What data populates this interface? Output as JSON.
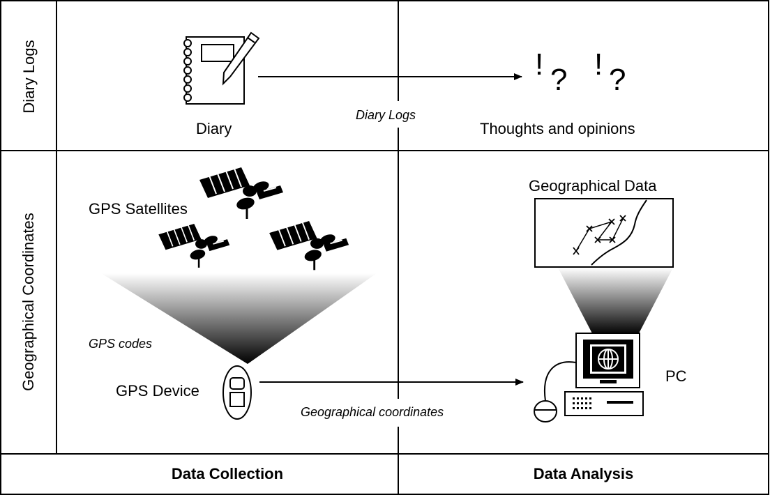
{
  "rows": {
    "top_label": "Diary Logs",
    "bottom_label": "Geographical Coordinates"
  },
  "columns": {
    "left": "Data Collection",
    "right": "Data Analysis"
  },
  "top": {
    "diary_label": "Diary",
    "arrow_label": "Diary Logs",
    "thoughts_symbols": [
      "!",
      "?",
      "!",
      "?"
    ],
    "thoughts_label": "Thoughts and opinions"
  },
  "bottom": {
    "satellites_label": "GPS Satellites",
    "gps_codes_label": "GPS codes",
    "gps_device_label": "GPS Device",
    "arrow_label": "Geographical coordinates",
    "geo_data_label": "Geographical Data",
    "pc_label": "PC"
  }
}
